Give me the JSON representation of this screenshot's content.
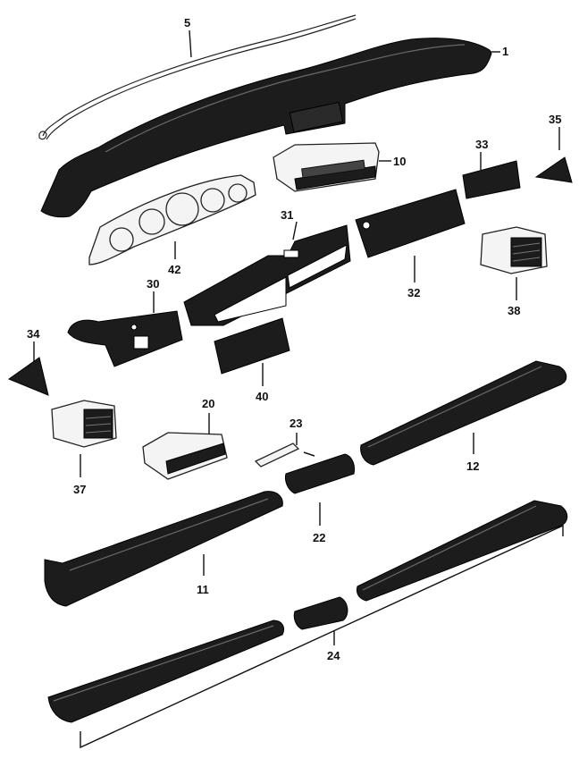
{
  "diagram": {
    "labels": [
      "1",
      "5",
      "10",
      "11",
      "12",
      "20",
      "22",
      "23",
      "24",
      "30",
      "31",
      "32",
      "33",
      "34",
      "35",
      "37",
      "38",
      "40",
      "42"
    ]
  },
  "colors": {
    "part_fill": "#1c1c1c",
    "line": "#111111",
    "background": "#ffffff"
  }
}
